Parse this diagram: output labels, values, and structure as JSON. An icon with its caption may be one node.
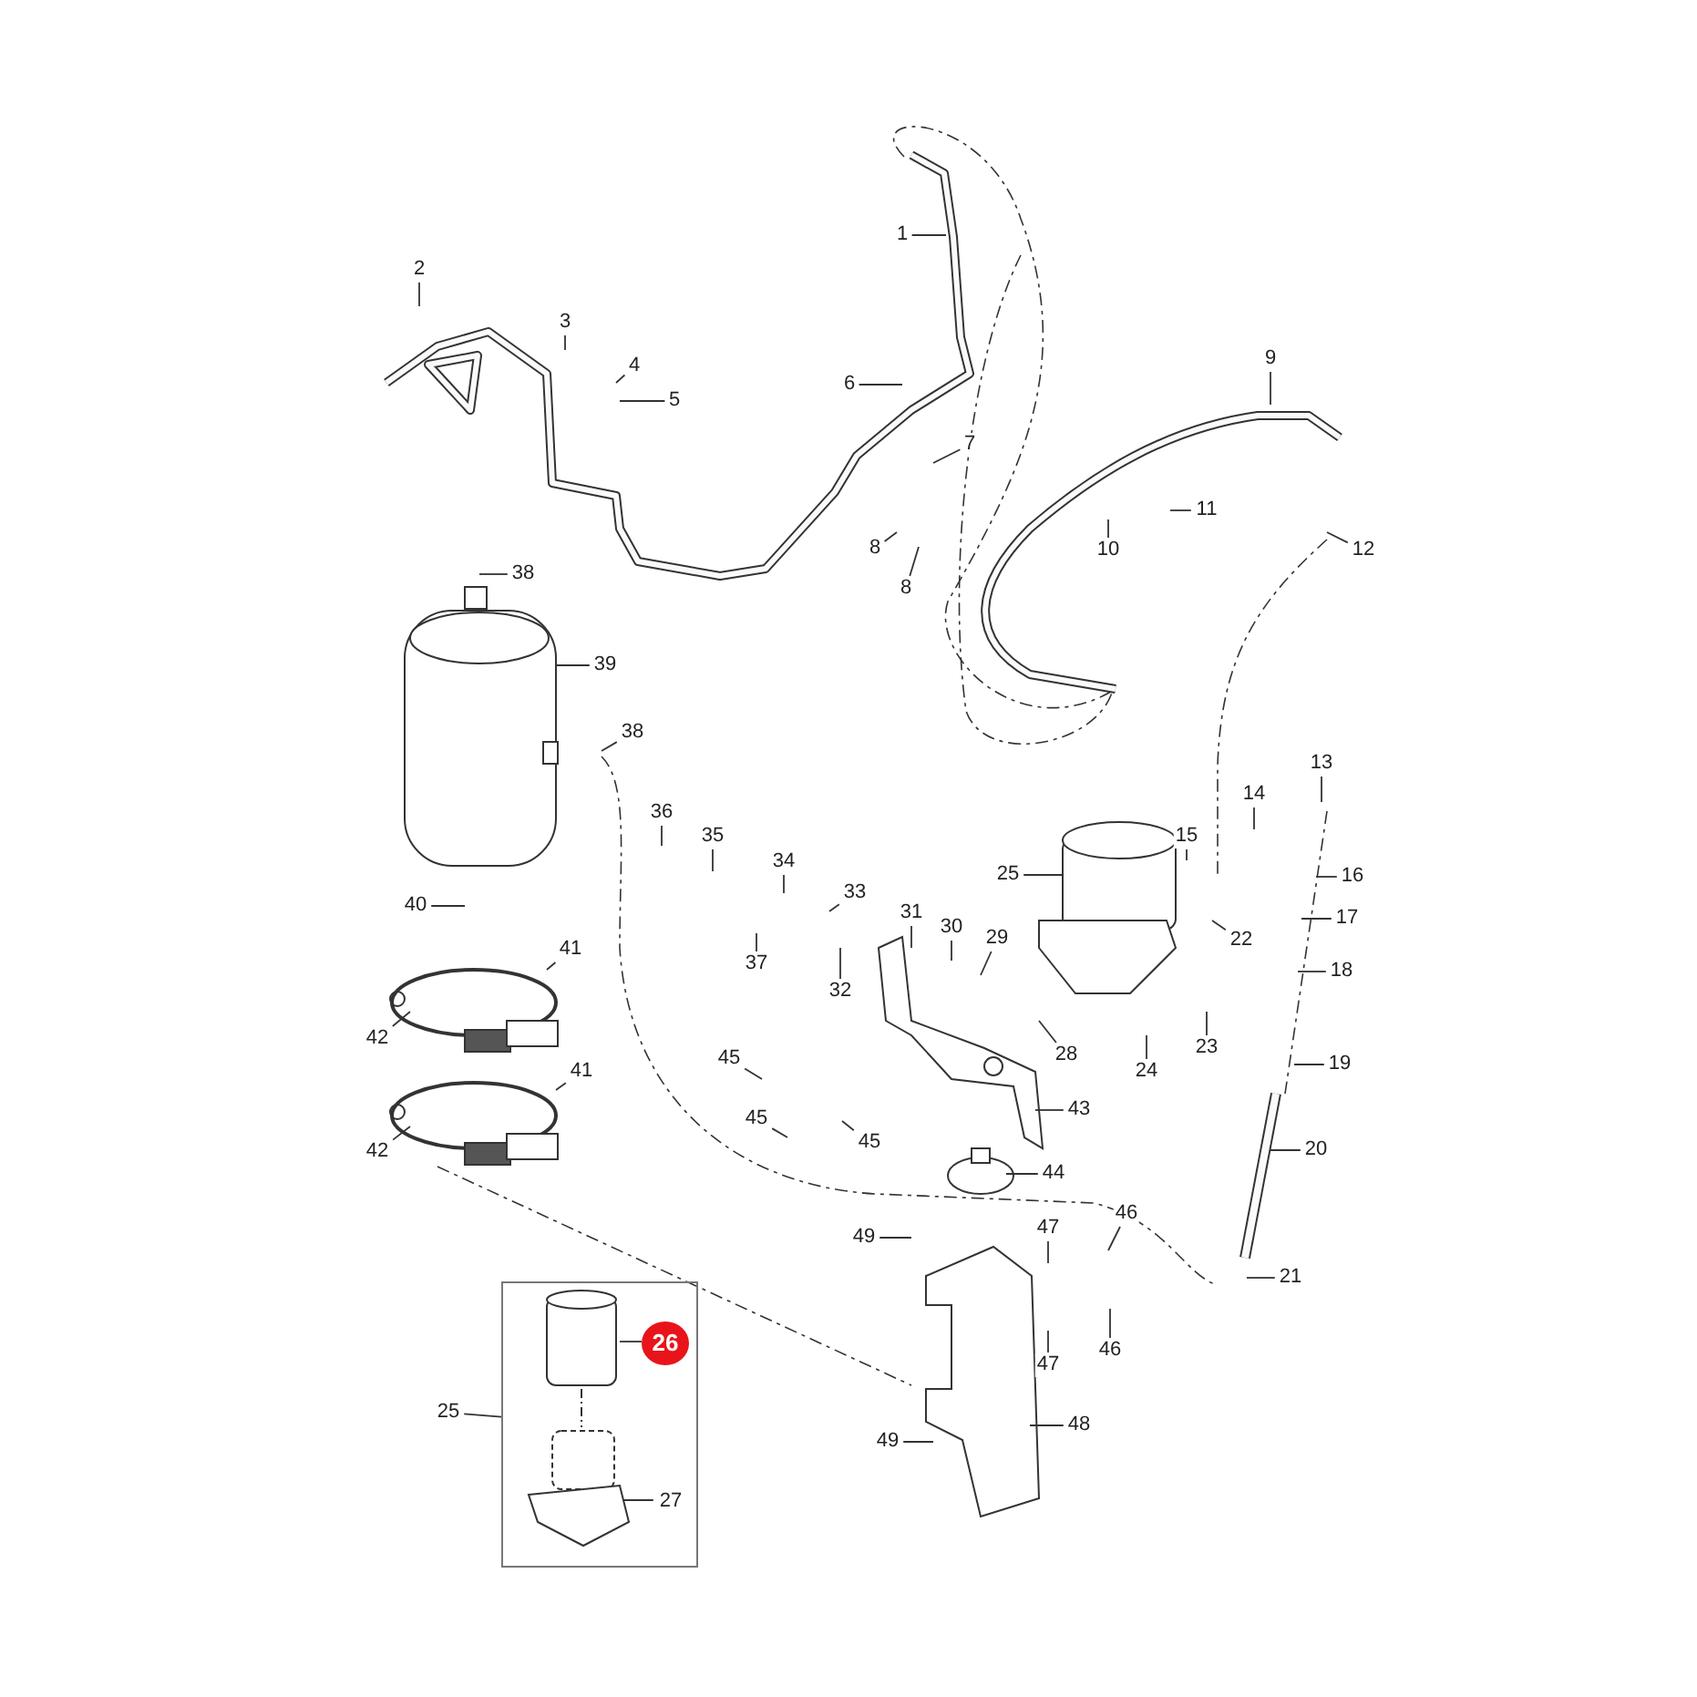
{
  "diagram": {
    "nodes": [
      {
        "text": [
          "1"
        ]
      },
      {
        "text": [
          "2"
        ]
      },
      {
        "text": [
          "3"
        ]
      },
      {
        "text": [
          "4"
        ]
      },
      {
        "text": [
          "5"
        ]
      },
      {
        "text": [
          "6"
        ]
      },
      {
        "text": [
          "7"
        ]
      },
      {
        "text": [
          "9"
        ]
      },
      {
        "text": [
          "11"
        ]
      },
      {
        "text": [
          "8"
        ]
      },
      {
        "text": [
          "10"
        ]
      },
      {
        "text": [
          "12"
        ]
      },
      {
        "text": [
          "38"
        ]
      },
      {
        "text": [
          "8"
        ]
      },
      {
        "text": [
          "39"
        ]
      },
      {
        "text": [
          "38"
        ]
      },
      {
        "text": [
          "13"
        ]
      },
      {
        "text": [
          "14"
        ]
      },
      {
        "text": [
          "36"
        ]
      },
      {
        "text": [
          "35"
        ]
      },
      {
        "text": [
          "15"
        ]
      },
      {
        "text": [
          "34"
        ]
      },
      {
        "text": [
          "16"
        ]
      },
      {
        "text": [
          "25"
        ]
      },
      {
        "text": [
          "33"
        ]
      },
      {
        "text": [
          "40"
        ]
      },
      {
        "text": [
          "31"
        ]
      },
      {
        "text": [
          "17"
        ]
      },
      {
        "text": [
          "30"
        ]
      },
      {
        "text": [
          "29"
        ]
      },
      {
        "text": [
          "22"
        ]
      },
      {
        "text": [
          "41"
        ]
      },
      {
        "text": [
          "37"
        ]
      },
      {
        "text": [
          "18"
        ]
      },
      {
        "text": [
          "32"
        ]
      },
      {
        "text": [
          "42"
        ]
      },
      {
        "text": [
          "23"
        ]
      },
      {
        "text": [
          "28"
        ]
      },
      {
        "text": [
          "45"
        ]
      },
      {
        "text": [
          "19"
        ]
      },
      {
        "text": [
          "24"
        ]
      },
      {
        "text": [
          "41"
        ]
      },
      {
        "text": [
          "43"
        ]
      },
      {
        "text": [
          "45"
        ]
      },
      {
        "text": [
          "45"
        ]
      },
      {
        "text": [
          "20"
        ]
      },
      {
        "text": [
          "42"
        ]
      },
      {
        "text": [
          "44"
        ]
      },
      {
        "text": [
          "46"
        ]
      },
      {
        "text": [
          "47"
        ]
      },
      {
        "text": [
          "49"
        ]
      },
      {
        "text": [
          "21"
        ]
      },
      {
        "text": [],
        "shape": "box"
      },
      {
        "text": [
          "26"
        ],
        "in": 52
      },
      {
        "text": [
          "46"
        ]
      },
      {
        "text": [
          "47"
        ]
      },
      {
        "text": [
          "25"
        ]
      },
      {
        "text": [
          "48"
        ]
      },
      {
        "text": [
          "49"
        ]
      },
      {
        "text": [
          "27"
        ],
        "in": 52
      }
    ],
    "edges": [
      {
        "from": 0,
        "to": null,
        "arrow": "none"
      },
      {
        "from": 1,
        "to": null,
        "arrow": "none"
      },
      {
        "from": 2,
        "to": null,
        "arrow": "none"
      },
      {
        "from": 3,
        "to": null,
        "arrow": "none"
      },
      {
        "from": 4,
        "to": null,
        "arrow": "none"
      },
      {
        "from": 5,
        "to": null,
        "arrow": "none"
      },
      {
        "from": 6,
        "to": null,
        "arrow": "none"
      },
      {
        "from": 7,
        "to": null,
        "arrow": "none"
      },
      {
        "from": 8,
        "to": null,
        "arrow": "none"
      },
      {
        "from": 9,
        "to": null,
        "arrow": "none"
      },
      {
        "from": 10,
        "to": null,
        "arrow": "none"
      },
      {
        "from": 11,
        "to": null,
        "arrow": "none"
      },
      {
        "from": 12,
        "to": null,
        "arrow": "none"
      },
      {
        "from": 13,
        "to": null,
        "arrow": "none"
      },
      {
        "from": 14,
        "to": null,
        "arrow": "none"
      },
      {
        "from": 15,
        "to": null,
        "arrow": "none"
      },
      {
        "from": 16,
        "to": null,
        "arrow": "none"
      },
      {
        "from": 17,
        "to": null,
        "arrow": "none"
      },
      {
        "from": 18,
        "to": null,
        "arrow": "none"
      },
      {
        "from": 19,
        "to": null,
        "arrow": "none"
      },
      {
        "from": 20,
        "to": null,
        "arrow": "none"
      },
      {
        "from": 21,
        "to": null,
        "arrow": "none"
      },
      {
        "from": 22,
        "to": null,
        "arrow": "none"
      },
      {
        "from": 23,
        "to": null,
        "arrow": "none"
      },
      {
        "from": 24,
        "to": null,
        "arrow": "none"
      },
      {
        "from": 25,
        "to": null,
        "arrow": "none"
      },
      {
        "from": 26,
        "to": null,
        "arrow": "none"
      },
      {
        "from": 27,
        "to": null,
        "arrow": "none"
      },
      {
        "from": 28,
        "to": null,
        "arrow": "none"
      },
      {
        "from": 29,
        "to": null,
        "arrow": "none"
      },
      {
        "from": 30,
        "to": null,
        "arrow": "none"
      },
      {
        "from": 31,
        "to": null,
        "arrow": "none"
      },
      {
        "from": 32,
        "to": null,
        "arrow": "none"
      },
      {
        "from": 33,
        "to": null,
        "arrow": "none"
      },
      {
        "from": 34,
        "to": null,
        "arrow": "none"
      },
      {
        "from": 35,
        "to": null,
        "arrow": "none"
      },
      {
        "from": 36,
        "to": null,
        "arrow": "none"
      },
      {
        "from": 37,
        "to": null,
        "arrow": "none"
      },
      {
        "from": 38,
        "to": null,
        "arrow": "none"
      },
      {
        "from": 39,
        "to": null,
        "arrow": "none"
      },
      {
        "from": 40,
        "to": null,
        "arrow": "none"
      },
      {
        "from": 41,
        "to": null,
        "arrow": "none"
      },
      {
        "from": 42,
        "to": null,
        "arrow": "none"
      },
      {
        "from": 43,
        "to": null,
        "arrow": "none"
      },
      {
        "from": 44,
        "to": null,
        "arrow": "none"
      },
      {
        "from": 45,
        "to": null,
        "arrow": "none"
      },
      {
        "from": 46,
        "to": null,
        "arrow": "none"
      },
      {
        "from": 47,
        "to": null,
        "arrow": "none"
      },
      {
        "from": 48,
        "to": null,
        "arrow": "none"
      },
      {
        "from": 49,
        "to": null,
        "arrow": "none"
      },
      {
        "from": 50,
        "to": null,
        "arrow": "none"
      },
      {
        "from": 51,
        "to": null,
        "arrow": "none"
      },
      {
        "from": 53,
        "to": null,
        "arrow": "none"
      },
      {
        "from": 54,
        "to": null,
        "arrow": "none"
      },
      {
        "from": 55,
        "to": null,
        "arrow": "none"
      },
      {
        "from": 56,
        "to": 52,
        "arrow": "none"
      },
      {
        "from": 57,
        "to": null,
        "arrow": "none"
      },
      {
        "from": 58,
        "to": null,
        "arrow": "none"
      },
      {
        "from": 59,
        "to": null,
        "arrow": "none"
      }
    ]
  }
}
